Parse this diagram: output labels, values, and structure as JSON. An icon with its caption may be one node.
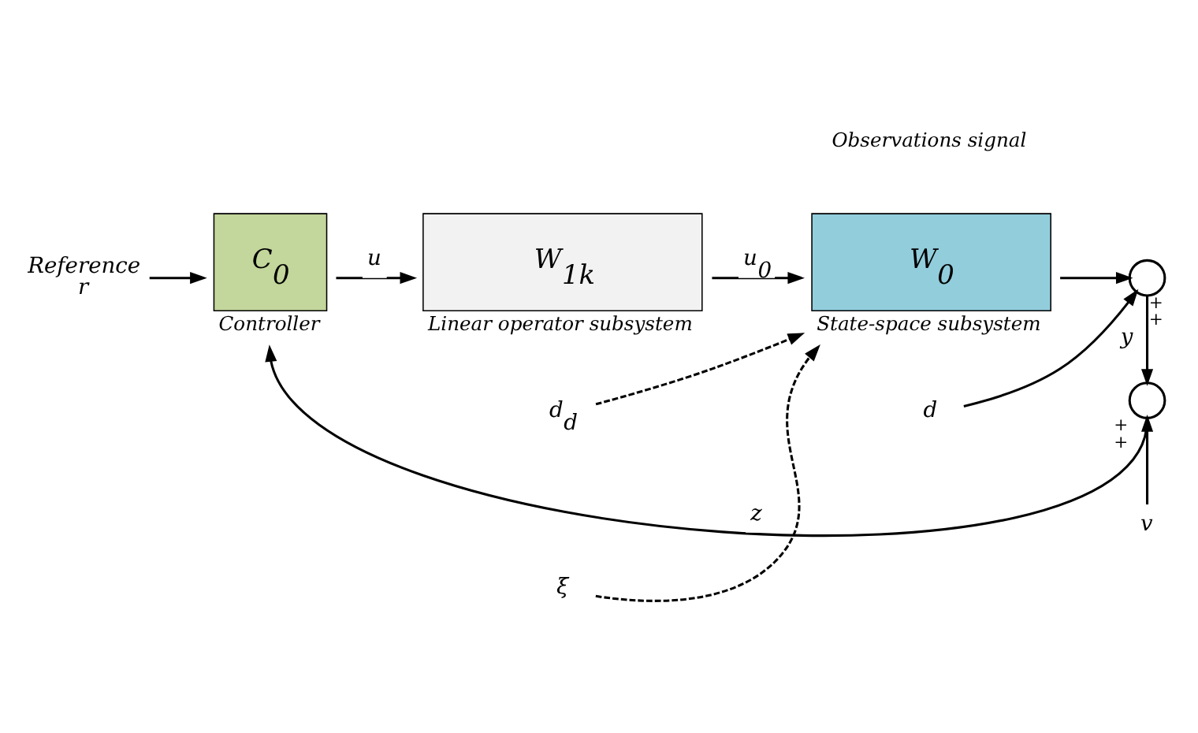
{
  "diagram": {
    "nodes": [
      {
        "text": [
          "d$_{d}$"
        ]
      },
      {
        "text": [
          "ξ"
        ]
      },
      {
        "text": [
          "d"
        ]
      },
      {
        "text": [
          "Reference",
          "r"
        ]
      },
      {
        "text": [
          "C$_{0}$"
        ],
        "beside": [
          "Controller"
        ]
      },
      {
        "text": [
          "W$_{1k}$"
        ],
        "beside": [
          "Linear operator subsystem"
        ]
      },
      {
        "text": [
          "W$_{0}$"
        ],
        "beside": [
          "State-space subsystem"
        ]
      },
      {
        "text": [],
        "shape": "circle",
        "beside": [
          "+",
          "+"
        ]
      },
      {
        "text": [],
        "shape": "circle",
        "beside": [
          "+",
          "+"
        ]
      },
      {
        "text": [
          "v"
        ]
      }
    ],
    "edges": [
      {
        "from": 3,
        "to": 4,
        "arrow": "to"
      },
      {
        "from": 4,
        "to": 5,
        "arrow": "to",
        "label": "u"
      },
      {
        "from": 5,
        "to": 6,
        "arrow": "to",
        "label": "u$_{0}$"
      },
      {
        "from": 0,
        "to": 6,
        "arrow": "to",
        "style": "dashed"
      },
      {
        "from": 1,
        "to": 6,
        "arrow": "to",
        "style": "dashed"
      },
      {
        "from": 6,
        "to": 7,
        "arrow": "to"
      },
      {
        "from": 2,
        "to": 7,
        "arrow": "to"
      },
      {
        "from": 7,
        "to": 8,
        "arrow": "to",
        "label": "y"
      },
      {
        "from": 9,
        "to": 8,
        "arrow": "to"
      },
      {
        "from": 8,
        "to": 4,
        "arrow": "to",
        "label": "z"
      }
    ],
    "labels": [
      "Observations signal"
    ]
  }
}
